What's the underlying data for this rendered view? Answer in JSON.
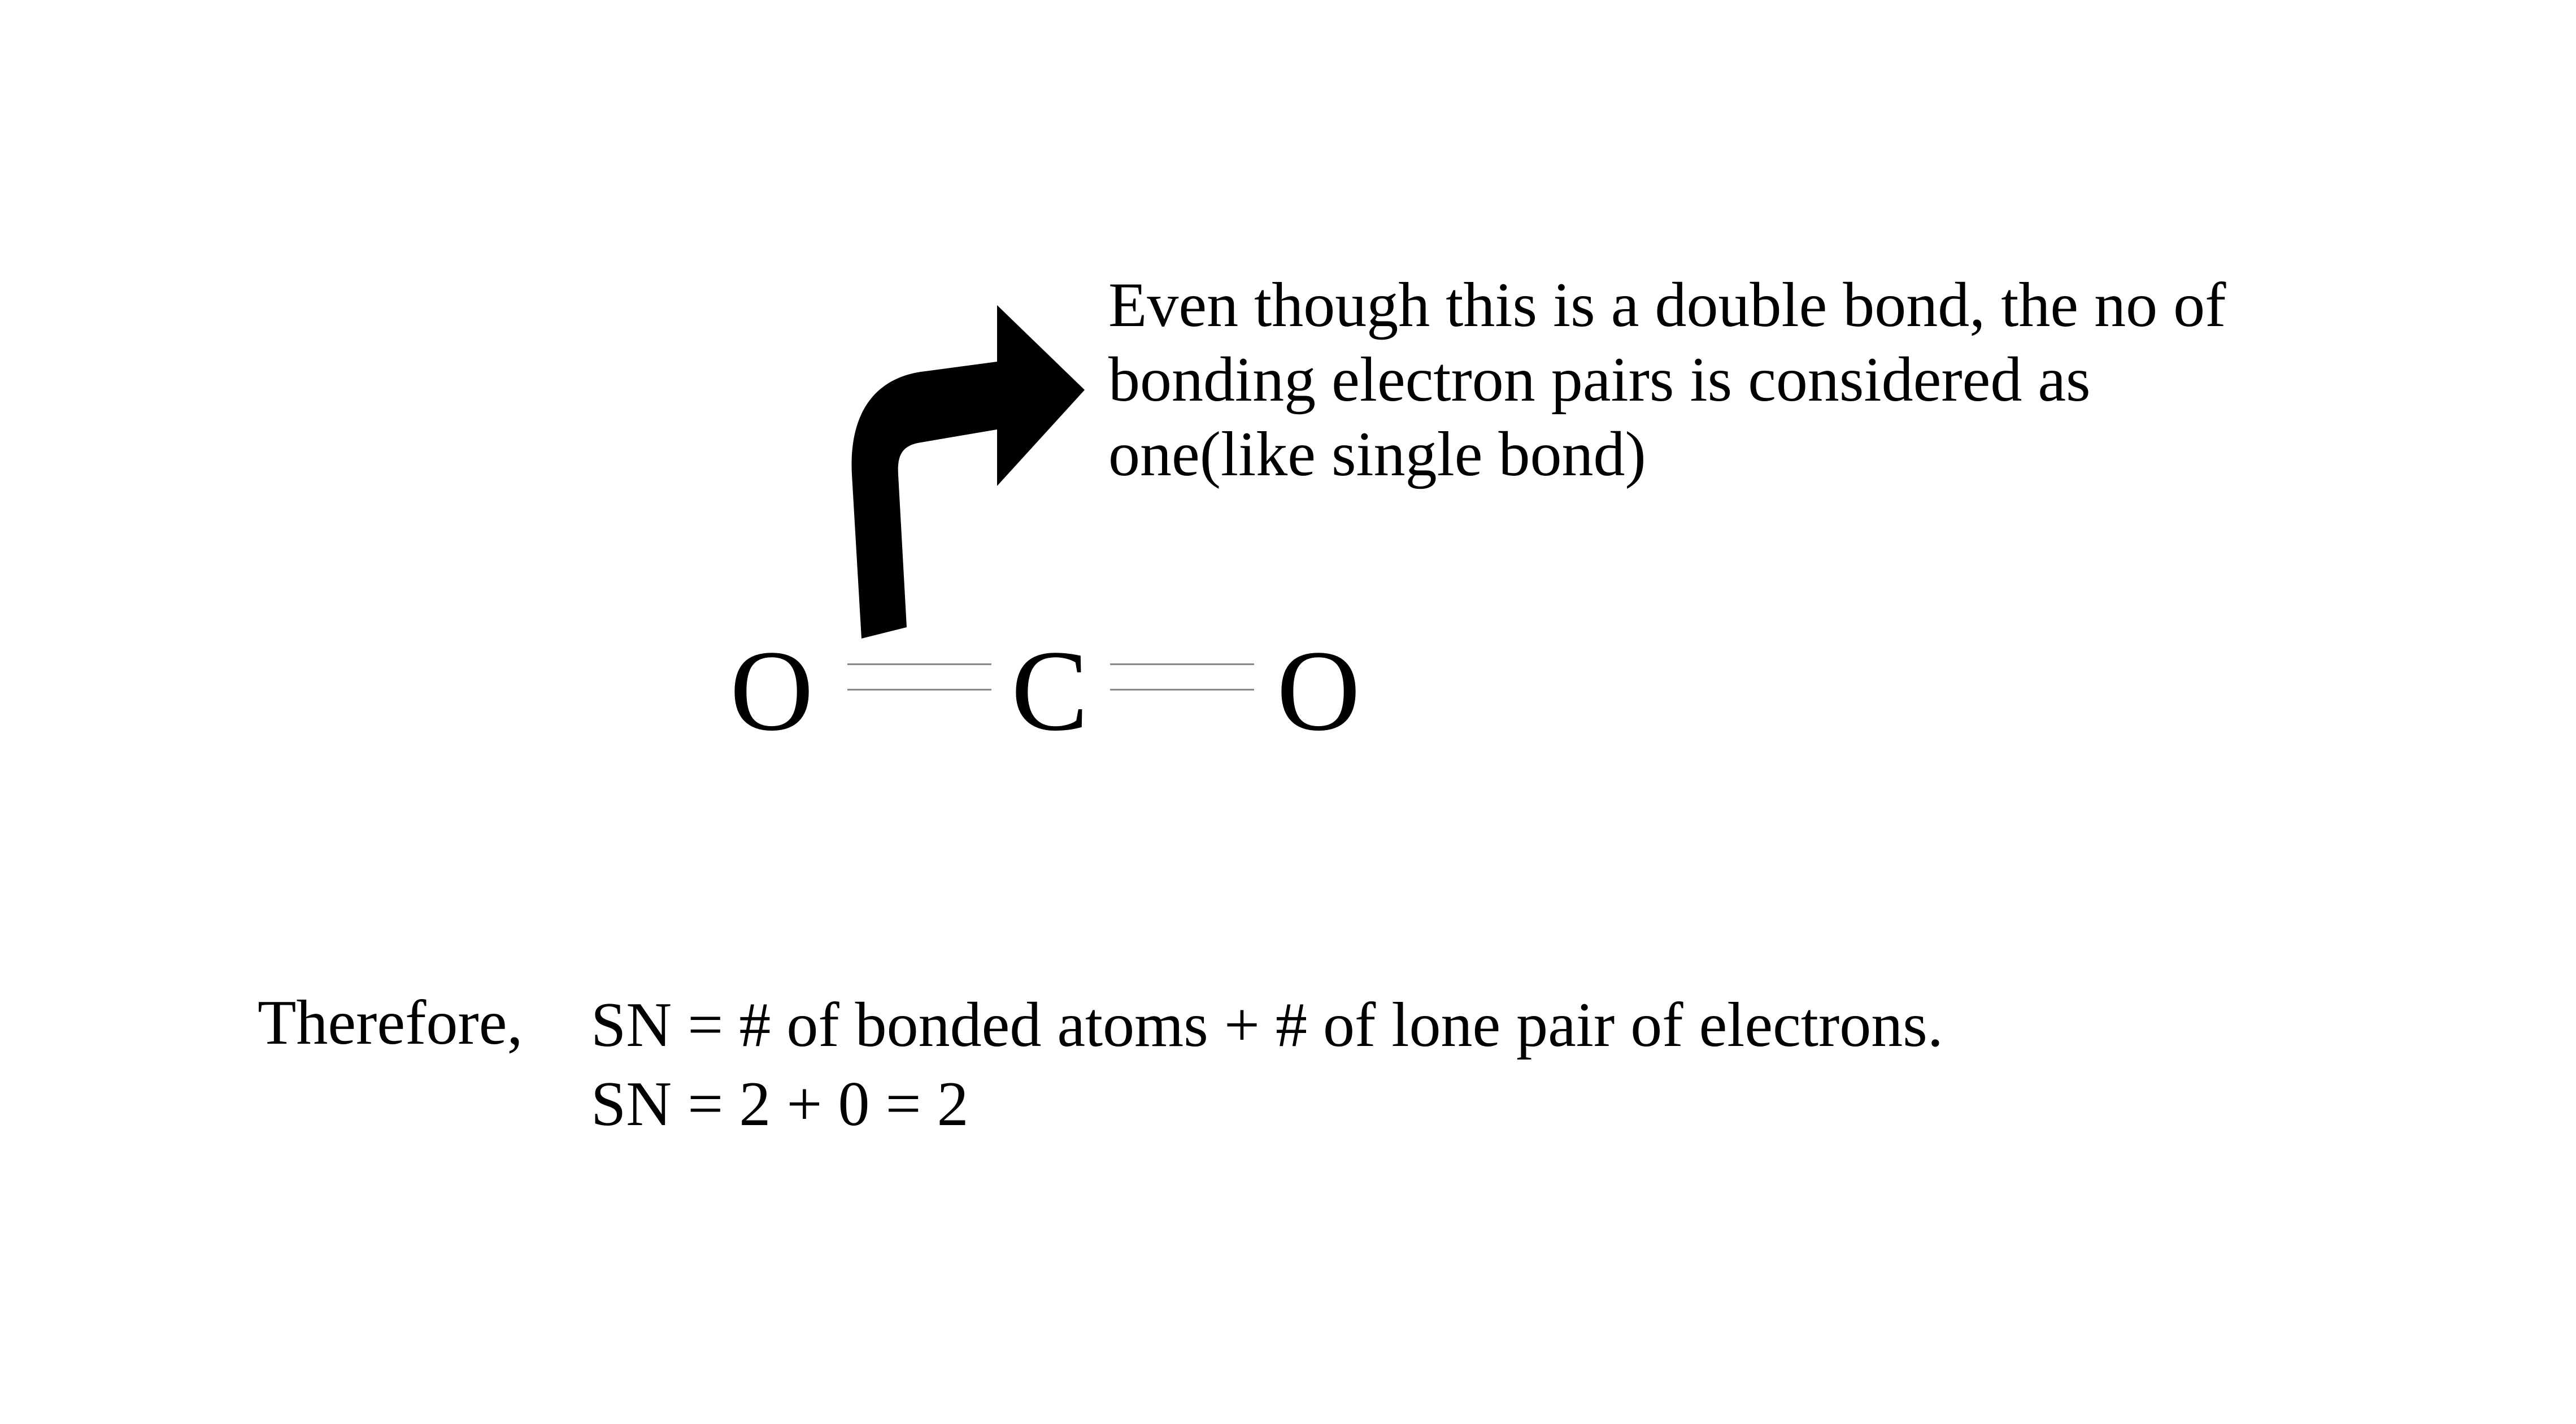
{
  "annotation": {
    "lines": [
      "Even though this is a double bond, the no of",
      "bonding electron pairs is considered as",
      "one(like single bond)"
    ]
  },
  "molecule": {
    "atom_left": "O",
    "atom_center": "C",
    "atom_right": "O"
  },
  "conclusion": {
    "prefix": "Therefore,",
    "line1": "SN = # of bonded atoms + # of lone pair of electrons.",
    "line2": "SN = 2 + 0 = 2"
  }
}
